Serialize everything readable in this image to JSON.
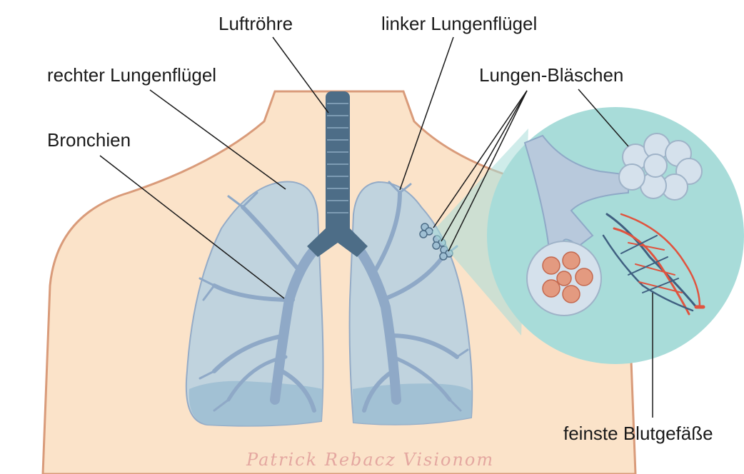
{
  "labels": {
    "trachea": "Luftröhre",
    "left_lung": "linker Lungenflügel",
    "right_lung": "rechter Lungenflügel",
    "alveoli": "Lungen-Bläschen",
    "bronchi": "Bronchien",
    "blood_vessels": "feinste Blutgefäße"
  },
  "signature": "Patrick Rebacz Visionom",
  "colors": {
    "skin": "#fbe3c9",
    "skin_outline": "#d99b7a",
    "lung_fill": "#bdd3e0",
    "lung_lower": "#9fbfd3",
    "bronchi": "#8fa9c7",
    "trachea": "#4d6d87",
    "zoom_circle": "#a8dcd9",
    "vessel_red": "#e0543f",
    "vessel_blue": "#3f5f80"
  }
}
